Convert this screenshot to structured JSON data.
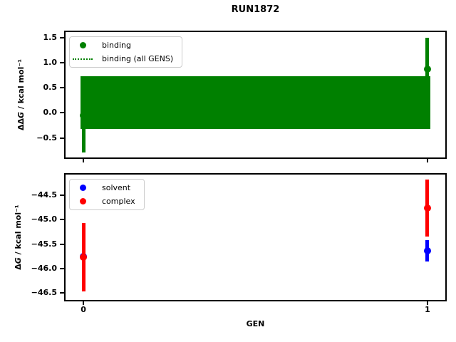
{
  "figure": {
    "title": "RUN1872",
    "background": "#ffffff",
    "xlabel": "GEN"
  },
  "chart_data": [
    {
      "id": "ddg-panel",
      "type": "scatter",
      "title": "RUN1872",
      "ylabel": {
        "prefix": "ΔΔ",
        "italic": "G",
        "suffix": " / kcal mol⁻¹"
      },
      "xlim": [
        -0.052,
        1.052
      ],
      "ylim": [
        -0.888,
        1.612
      ],
      "grid": false,
      "yticks": {
        "values": [
          1.5,
          1.0,
          0.5,
          0.0,
          -0.5
        ],
        "labels": [
          "1.5",
          "1.0",
          "0.5",
          "0.0",
          "−0.5"
        ]
      },
      "xticks": {
        "values": [
          0,
          1
        ],
        "labels": [
          "0",
          "1"
        ],
        "show_labels": false
      },
      "series": [
        {
          "name": "binding",
          "color": "#008000",
          "marker": "circle",
          "points": [
            {
              "x": 0,
              "y": -0.05,
              "yerr": 0.74
            },
            {
              "x": 1,
              "y": 0.87,
              "yerr": 0.63
            }
          ]
        }
      ],
      "band": {
        "name": "binding (all GENS)",
        "color": "#008000",
        "center": 0.2,
        "lo": -0.32,
        "hi": 0.73,
        "x0": 0,
        "x1": 1,
        "line_style": "dotted"
      },
      "legend": {
        "position": "upper-left",
        "items": [
          {
            "label": "binding",
            "marker": "circle",
            "color": "#008000"
          },
          {
            "label": "binding (all GENS)",
            "marker": "dotted-line",
            "color": "#008000"
          }
        ]
      }
    },
    {
      "id": "dg-panel",
      "type": "scatter",
      "xlabel": "GEN",
      "ylabel": {
        "prefix": "Δ",
        "italic": "G",
        "suffix": " / kcal mol⁻¹"
      },
      "xlim": [
        -0.052,
        1.052
      ],
      "ylim": [
        -46.64,
        -44.08
      ],
      "grid": false,
      "yticks": {
        "values": [
          -44.5,
          -45.0,
          -45.5,
          -46.0,
          -46.5
        ],
        "labels": [
          "−44.5",
          "−45.0",
          "−45.5",
          "−46.0",
          "−46.5"
        ]
      },
      "xticks": {
        "values": [
          0,
          1
        ],
        "labels": [
          "0",
          "1"
        ],
        "show_labels": true
      },
      "series": [
        {
          "name": "solvent",
          "color": "#0000ff",
          "marker": "circle",
          "points": [
            {
              "x": 0,
              "y": -45.75,
              "yerr": 0.32
            },
            {
              "x": 1,
              "y": -45.64,
              "yerr": 0.22
            }
          ]
        },
        {
          "name": "complex",
          "color": "#ff0000",
          "marker": "circle",
          "points": [
            {
              "x": 0,
              "y": -45.77,
              "yerr": 0.7
            },
            {
              "x": 1,
              "y": -44.76,
              "yerr": 0.58
            }
          ]
        }
      ],
      "legend": {
        "position": "upper-left",
        "items": [
          {
            "label": "solvent",
            "marker": "circle",
            "color": "#0000ff"
          },
          {
            "label": "complex",
            "marker": "circle",
            "color": "#ff0000"
          }
        ]
      }
    }
  ]
}
